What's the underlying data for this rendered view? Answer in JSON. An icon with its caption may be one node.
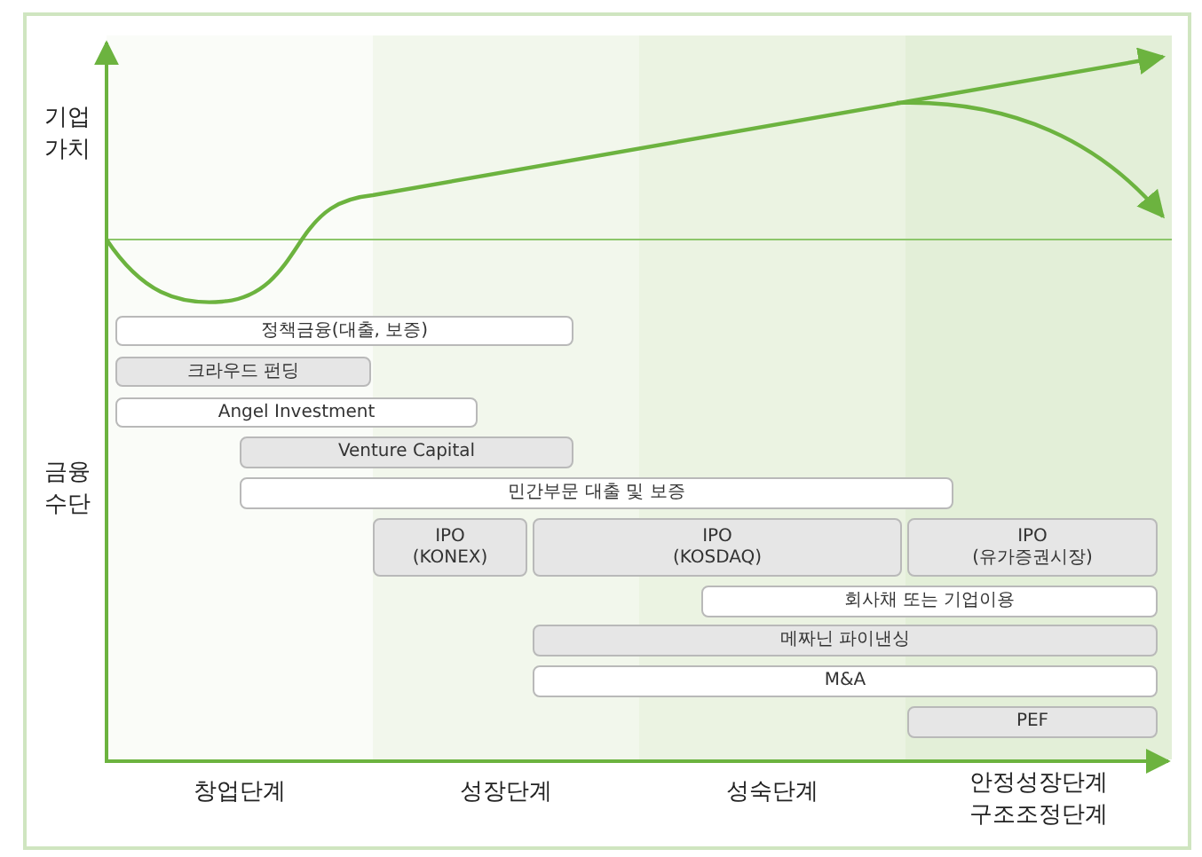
{
  "diagram": {
    "nodes": [
      {
        "text": [
          "정책금융(대출, 보증)"
        ]
      },
      {
        "text": [
          "크라우드 펀딩"
        ]
      },
      {
        "text": [
          "Angel Investment"
        ]
      },
      {
        "text": [
          "Venture Capital"
        ]
      },
      {
        "text": [
          "민간부문 대출 및 보증"
        ]
      },
      {
        "text": [
          "IPO",
          "(KONEX)"
        ]
      },
      {
        "text": [
          "IPO",
          "(KOSDAQ)"
        ]
      },
      {
        "text": [
          "IPO",
          "(유가증권시장)"
        ]
      },
      {
        "text": [
          "회사채 또는 기업이용"
        ]
      },
      {
        "text": [
          "메짜닌 파이낸싱"
        ]
      },
      {
        "text": [
          "M&A"
        ]
      },
      {
        "text": [
          "PEF"
        ]
      }
    ],
    "labels": [
      "기업 가치",
      "금융 수단",
      "창업단계",
      "성장단계",
      "성숙단계",
      "안정성장단계 구조조정단계"
    ]
  }
}
